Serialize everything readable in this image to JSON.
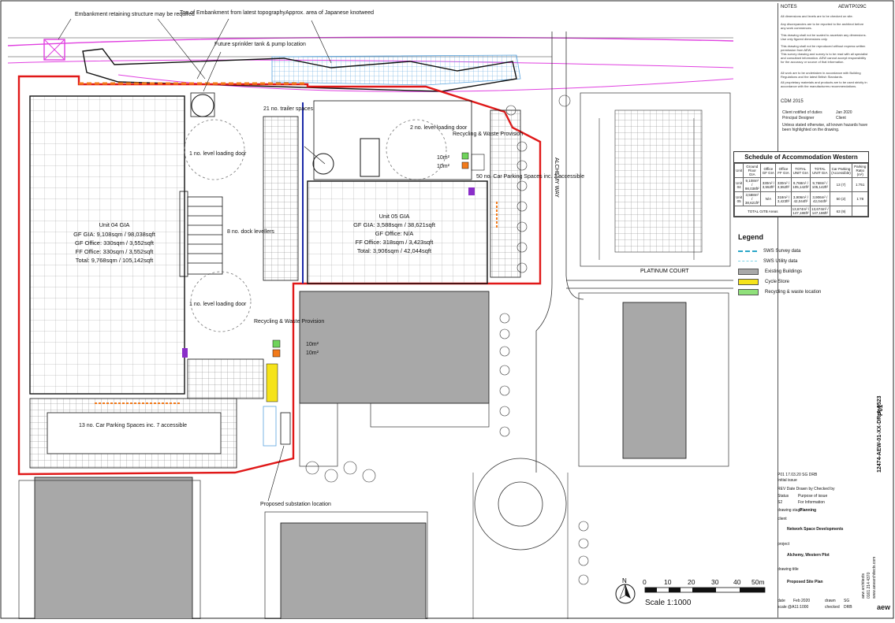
{
  "drawing": {
    "annotations": {
      "embankment": "Embankment retaining structure may be required",
      "toe": "Toe of Embankment from latest topography",
      "knotweed": "Approx. area of Japanese knotweed",
      "sprinkler": "Future sprinkler tank & pump location",
      "trailer": "21 no. trailer spaces",
      "loading_door_1": "1 no. level loading door",
      "loading_door_2": "1 no. level loading door",
      "loading_door_3": "2 no. level loading door",
      "dock_levellers": "8 no. dock levellers",
      "recycling_1": "Recycling & Waste Provision",
      "recycling_2": "Recycling & Waste Provision",
      "parking_1": "50 no. Car Parking Spaces inc. 2 accessible",
      "parking_2": "13 no. Car Parking Spaces inc. 7 accessible",
      "substation": "Proposed substation location",
      "road_alchemy": "ALCHEMY WAY",
      "road_platinum": "PLATINUM COURT",
      "area_10m2_a": "10m²",
      "area_10m2_b": "10m²",
      "area_10m2_c": "10m²",
      "area_10m2_d": "10m²"
    },
    "unit04": {
      "title": "Unit 04 GIA",
      "gf_gia": "GF GIA: 9,108sqm / 98,038sqft",
      "gf_office": "GF Office: 330sqm / 3,552sqft",
      "ff_office": "FF Office: 330sqm / 3,552sqft",
      "total": "Total: 9,768sqm / 105,142sqft"
    },
    "unit05": {
      "title": "Unit 05 GIA",
      "gf_gia": "GF GIA: 3,588sqm / 38,621sqft",
      "gf_office": "GF Office: N/A",
      "ff_office": "FF Office: 318sqm / 3,423sqft",
      "total": "Total: 3,906sqm / 42,044sqft"
    },
    "scale": {
      "ticks": [
        "0",
        "10",
        "20",
        "30",
        "40",
        "50m"
      ],
      "label": "Scale 1:1000",
      "north": "N"
    }
  },
  "panel": {
    "notes_title": "NOTES",
    "notes_code": "AEWTP029C",
    "notes": [
      "All dimensions and levels are to be checked on site.",
      "Any discrepancies are to be reported to the architect before any work commences.",
      "This drawing shall not be scaled to ascertain any dimensions. Use only figured dimensions only.",
      "This drawing shall not be reproduced without express written permission from AEW.",
      "This survey drawing and survey is to be read with all specialist and consultant information. AEW cannot accept responsibility for the accuracy or source of that information.",
      "All work are to be undertaken in accordance with Building Regulations and the latest British Standards.",
      "All proprietary materials and products are to be used strictly in accordance with the manufacturers recommendations."
    ],
    "cdm_title": "CDM 2015",
    "cdm_rows": [
      {
        "label": "Client notified of duties",
        "value": "Jan 2020"
      },
      {
        "label": "Principal Designer",
        "value": "Client"
      }
    ],
    "cdm_note": "Unless stated otherwise, all known hazards have been highlighted on the drawing.",
    "schedule": {
      "title": "Schedule of Accommodation Western",
      "headers": [
        "Unit",
        "Ground Floor GIA",
        "Office GF GIA",
        "Office FF GIA",
        "TOTAL UNIT GIA",
        "TOTAL UNIT GIA",
        "Car Parking (Accessible)",
        "Parking Ratio (m²)"
      ],
      "rows": [
        [
          "Unit 04",
          "9,108m² / 98,038ft²",
          "330m² / 3,552ft²",
          "330m² / 3,552ft²",
          "9,768m² / 105,142ft²",
          "9,768m² / 105,142ft²",
          "13 (7)",
          "1:751"
        ],
        [
          "Unit 05",
          "3,588m² / 38,621ft²",
          "N/A",
          "318m² / 3,423ft²",
          "3,906m² / 42,044ft²",
          "3,906m² / 42,044ft²",
          "50 (2)",
          "1:78"
        ],
        [
          "TOTAL GITB Areas",
          "",
          "",
          "",
          "13,674m² / 147,186ft²",
          "13,674m² / 147,186ft²",
          "63 (9)",
          ""
        ]
      ]
    },
    "legend": {
      "title": "Legend",
      "items": [
        {
          "label": "SWS Survey data",
          "color": "#2aa6c8"
        },
        {
          "label": "SWS Utility data",
          "color": "#7fd4e6"
        },
        {
          "label": "Existing Buildings",
          "color": "#a8a8a8"
        },
        {
          "label": "Cycle Store",
          "color": "#f5e31a"
        },
        {
          "label": "Recycling & waste location",
          "color": "#8fe07a"
        }
      ]
    },
    "titleblock": {
      "rev_line": "P01   17.03.20   SG   DRB",
      "rev_desc": "Initial issue",
      "rev_headers": "REV   Date   Drawn by   Checked by",
      "status_label": "Status",
      "status_value": "Purpose of issue",
      "s2": "S2",
      "s2_desc": "For Information",
      "stage_label": "drawing stage",
      "stage_value": "Planning",
      "client_label": "client",
      "client_value": "Network Space Developments",
      "project_label": "project",
      "project_value": "Alchemy, Western Plot",
      "title_label": "drawing title",
      "title_value": "Proposed Site Plan",
      "date_label": "date",
      "date_value": "Feb 2020",
      "drawn_label": "drawn",
      "drawn_value": "SG",
      "scale_label": "scale @A1",
      "scale_value": "1:1000",
      "checked_label": "checked",
      "checked_value": "DRB",
      "drawing_no": "12474-AEW-01-XX-DR-A-0523",
      "revision": "P01",
      "firm": "aew architects",
      "phone": "0161 214 4370",
      "web": "www.aewarchitects.com",
      "logo": "aew"
    }
  }
}
